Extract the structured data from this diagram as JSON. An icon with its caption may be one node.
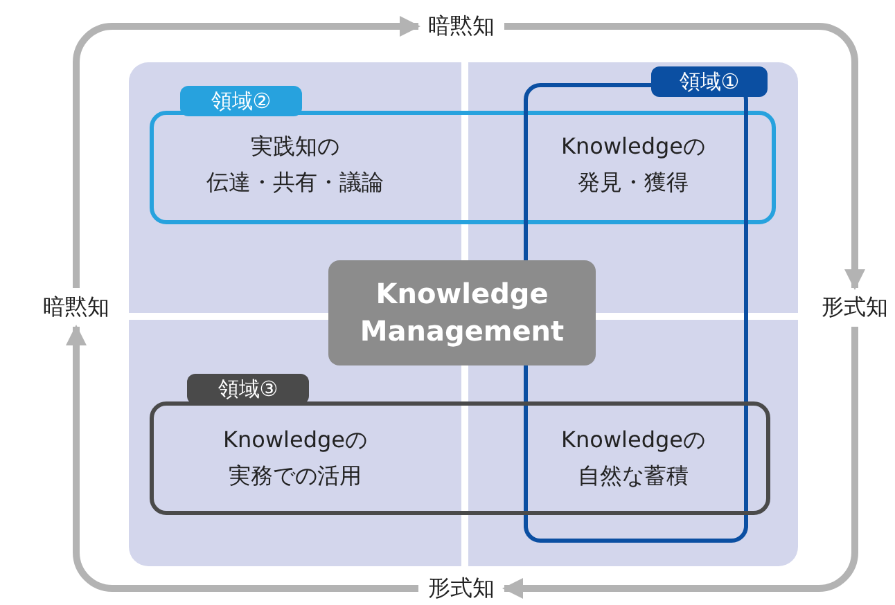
{
  "diagram": {
    "nodes": [
      {
        "text": [
          "暗黙知"
        ]
      },
      {
        "text": [
          "暗黙知"
        ]
      },
      {
        "text": [
          "形式知"
        ]
      },
      {
        "text": [
          "形式知"
        ]
      },
      {
        "text": [
          "領域②"
        ]
      },
      {
        "text": [
          "領域①"
        ]
      },
      {
        "text": [
          "領域③"
        ]
      },
      {
        "text": [
          "Knowledge Management"
        ]
      }
    ],
    "edges": [
      {
        "from": 0,
        "to": 2,
        "arrow": "to"
      },
      {
        "from": 2,
        "to": 3,
        "arrow": "to"
      },
      {
        "from": 3,
        "to": 1,
        "arrow": "to"
      },
      {
        "from": 1,
        "to": 0,
        "arrow": "to"
      }
    ],
    "labels": [
      "実践知の伝達・共有・議論",
      "Knowledgeの発見・獲得",
      "Knowledgeの実務での活用",
      "Knowledgeの自然な蓄積"
    ]
  }
}
